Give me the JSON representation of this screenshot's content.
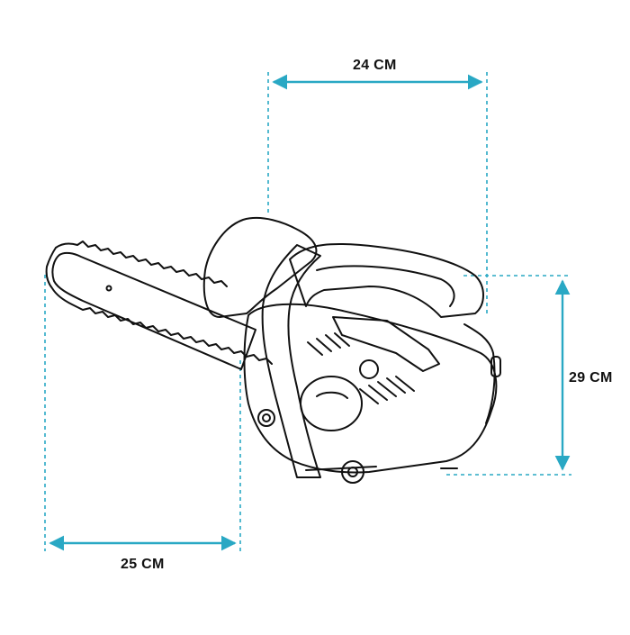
{
  "dimensions": {
    "width_top": "24 CM",
    "height_right": "29 CM",
    "length_bottom": "25 CM"
  },
  "colors": {
    "dimension_line": "#29a8c4",
    "outline": "#111111",
    "background": "#ffffff"
  },
  "illustration": {
    "subject": "chainsaw-line-drawing"
  }
}
